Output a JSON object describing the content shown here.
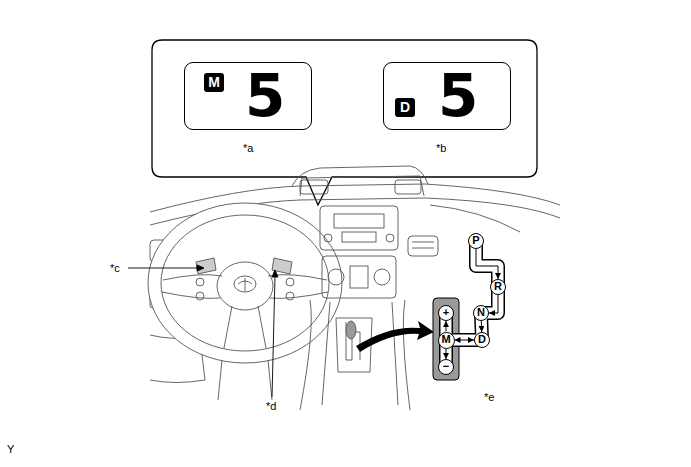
{
  "diagram": {
    "nodes": [
      {
        "text": [
          "5"
        ]
      },
      {
        "text": [
          "M"
        ],
        "in": 0
      },
      {
        "text": [
          "5"
        ]
      },
      {
        "text": [
          "D"
        ],
        "in": 2
      },
      {
        "text": [
          "P"
        ]
      },
      {
        "text": [
          "R"
        ]
      },
      {
        "text": [
          "N"
        ]
      },
      {
        "text": [
          "D"
        ]
      },
      {
        "text": [
          "M"
        ]
      },
      {
        "text": [
          "+"
        ]
      },
      {
        "text": [
          "−"
        ]
      }
    ],
    "edges": [
      {
        "from": 4,
        "to": 5,
        "arrow": "to"
      },
      {
        "from": 5,
        "to": 6,
        "arrow": "to"
      },
      {
        "from": 6,
        "to": 7,
        "arrow": "to"
      },
      {
        "from": 7,
        "to": 8,
        "arrow": "both"
      },
      {
        "from": 8,
        "to": 9,
        "arrow": "to"
      },
      {
        "from": 8,
        "to": 10,
        "arrow": "to"
      }
    ],
    "labels": [
      "*a",
      "*b",
      "*c",
      "*d",
      "*e",
      "Y"
    ]
  }
}
